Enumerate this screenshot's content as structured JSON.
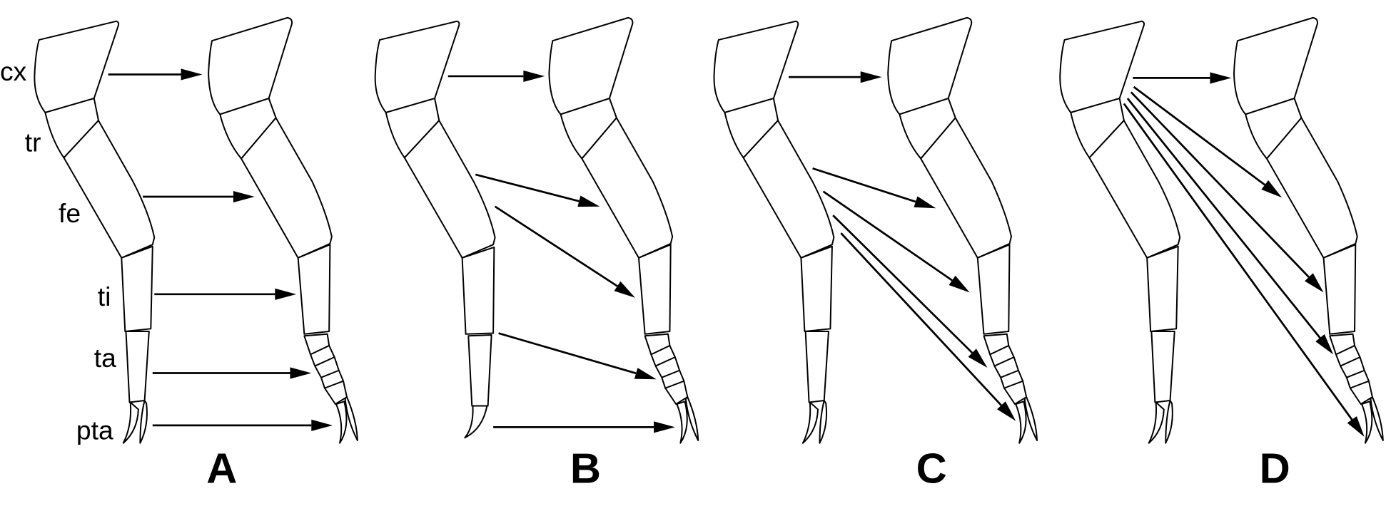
{
  "segment_labels": {
    "coxa": "cx",
    "trochanter": "tr",
    "femur": "fe",
    "tibia": "ti",
    "tarsus": "ta",
    "pretarsus": "pta"
  },
  "panels": [
    {
      "letter": "A",
      "arrow_count": 5
    },
    {
      "letter": "B",
      "arrow_count": 5
    },
    {
      "letter": "C",
      "arrow_count": 5
    },
    {
      "letter": "D",
      "arrow_count": 5
    }
  ],
  "colors": {
    "ink": "#000000",
    "background": "#ffffff"
  }
}
